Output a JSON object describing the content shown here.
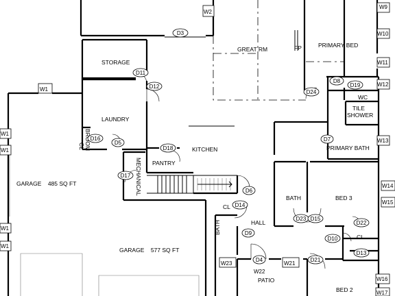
{
  "rooms": {
    "great_rm": "GREAT RM",
    "fp": "FP",
    "primary_bed": "PRIMARY BED",
    "storage": "STORAGE",
    "wc": "WC",
    "tile_shower_1": "TILE",
    "tile_shower_2": "SHOWER",
    "laundry": "LAUNDRY",
    "kitchen": "KITCHEN",
    "cl_broom_1": "CL",
    "cl_broom_2": "BROOM",
    "primary_bath": "PRIMARY BATH",
    "pantry": "PANTRY",
    "mechanical": "MECHANICAL",
    "garage_485": "GARAGE    485 SQ FT",
    "bath_upper": "BATH",
    "bed_3": "BED 3",
    "cl_d14": "CL",
    "hall": "HALL",
    "cl_d22": "CL",
    "bath_lower": "BATH",
    "garage_577": "GARAGE    577 SQ FT",
    "patio": "PATIO",
    "bed_2": "BED 2"
  },
  "doors": [
    "D3",
    "D11",
    "D12",
    "D24",
    "D8",
    "D19",
    "D16",
    "D5",
    "D18",
    "D7",
    "D17",
    "D6",
    "D14",
    "D23",
    "D15",
    "D22",
    "D9",
    "D10",
    "D13",
    "D4",
    "D21"
  ],
  "windows": [
    "W9",
    "W2",
    "W10",
    "W11",
    "W1",
    "W12",
    "W1",
    "W1",
    "W13",
    "W14",
    "W15",
    "W1",
    "W1",
    "W23",
    "W22",
    "W21",
    "W16",
    "W17"
  ],
  "colors": {
    "ink": "#000000",
    "paper": "#ffffff"
  }
}
